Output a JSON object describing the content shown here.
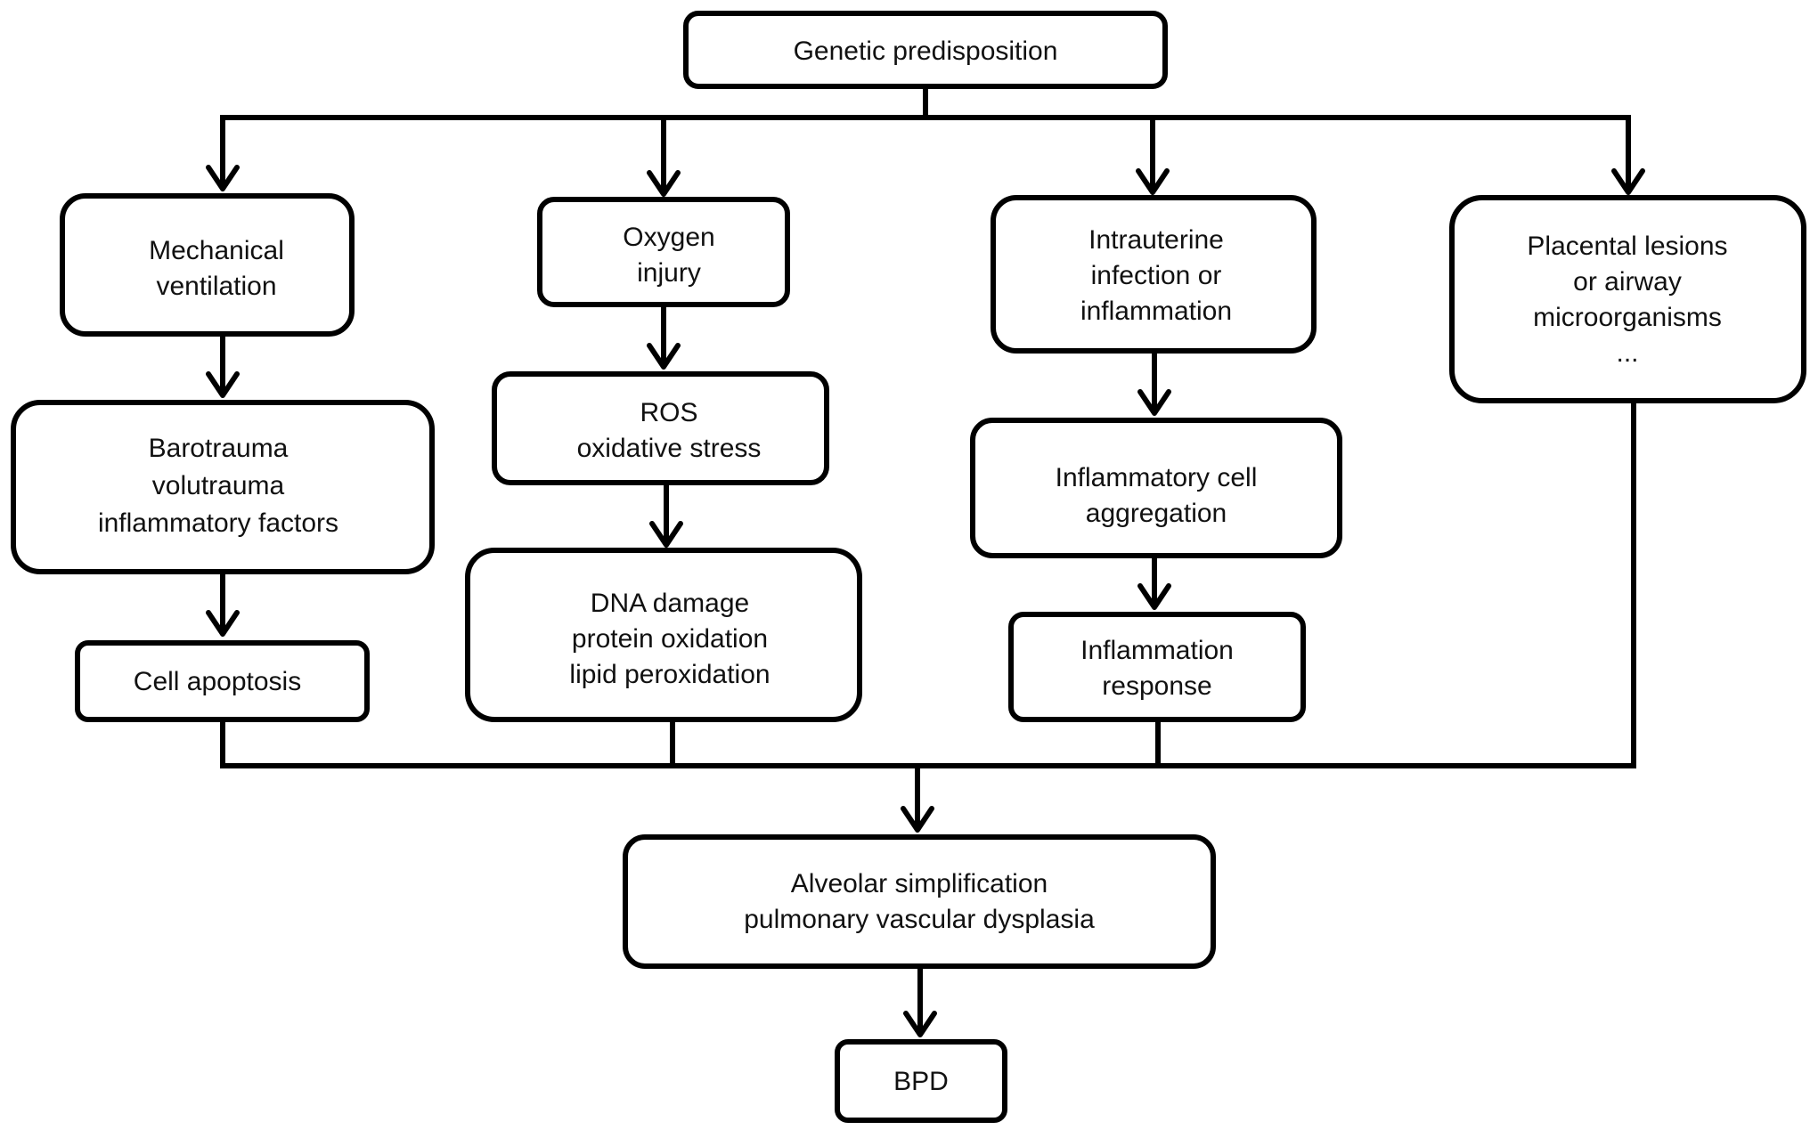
{
  "nodes": {
    "genetic": [
      "Genetic predisposition"
    ],
    "mech": [
      "Mechanical",
      "ventilation"
    ],
    "baro": [
      "Barotrauma",
      "volutrauma",
      "inflammatory factors"
    ],
    "apop": [
      "Cell apoptosis"
    ],
    "oxy": [
      "Oxygen",
      "injury"
    ],
    "ros": [
      "ROS",
      "oxidative stress"
    ],
    "dna": [
      "DNA damage",
      "protein oxidation",
      "lipid peroxidation"
    ],
    "intra": [
      "Intrauterine",
      "infection or",
      "inflammation"
    ],
    "infcell": [
      "Inflammatory cell",
      "aggregation"
    ],
    "infresp": [
      "Inflammation",
      "response"
    ],
    "placental": [
      "Placental lesions",
      "or airway",
      "microorganisms",
      "..."
    ],
    "alveolar": [
      "Alveolar simplification",
      "pulmonary vascular dysplasia"
    ],
    "bpd": [
      "BPD"
    ]
  }
}
